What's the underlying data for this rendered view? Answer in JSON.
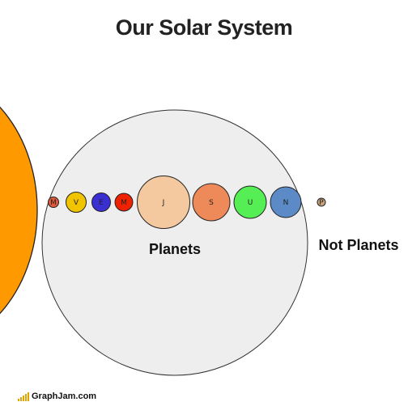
{
  "title": "Our Solar System",
  "sun": {
    "color": "#ff9900"
  },
  "sets": {
    "planets": {
      "label": "Planets",
      "fill": "#eeeeee"
    },
    "not_planets": {
      "label": "Not Planets"
    }
  },
  "bodies": [
    {
      "letter": "M",
      "color": "#e05a3a",
      "group": "planets"
    },
    {
      "letter": "V",
      "color": "#f0c400",
      "group": "planets"
    },
    {
      "letter": "E",
      "color": "#3a2fd0",
      "group": "planets"
    },
    {
      "letter": "M",
      "color": "#ee2200",
      "group": "planets"
    },
    {
      "letter": "J",
      "color": "#f4c9a0",
      "group": "planets"
    },
    {
      "letter": "S",
      "color": "#ee8a5a",
      "group": "planets"
    },
    {
      "letter": "U",
      "color": "#55ee55",
      "group": "planets"
    },
    {
      "letter": "N",
      "color": "#5b8ac6",
      "group": "planets"
    },
    {
      "letter": "P",
      "color": "#c9a27a",
      "group": "not_planets"
    }
  ],
  "footer": {
    "brand": "GraphJam.com",
    "accent": "#e0a400"
  }
}
